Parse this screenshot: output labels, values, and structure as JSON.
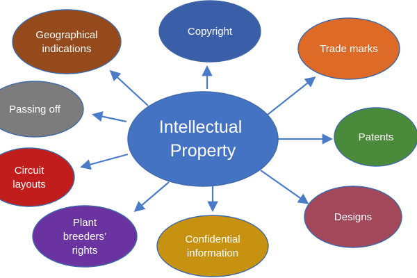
{
  "center": {
    "lines": [
      "Intellectual",
      "Property"
    ],
    "color": "#4573c4"
  },
  "nodes": [
    {
      "id": "copyright",
      "lines": [
        "Copyright"
      ],
      "color": "#3a5fa8"
    },
    {
      "id": "trade-marks",
      "lines": [
        "Trade marks"
      ],
      "color": "#dd6a26"
    },
    {
      "id": "patents",
      "lines": [
        "Patents"
      ],
      "color": "#4a8a3b"
    },
    {
      "id": "designs",
      "lines": [
        "Designs"
      ],
      "color": "#a3485a"
    },
    {
      "id": "confidential-information",
      "lines": [
        "Confidential",
        "information"
      ],
      "color": "#c7920f"
    },
    {
      "id": "plant-breeders-rights",
      "lines": [
        "Plant",
        "breeders’",
        "rights"
      ],
      "color": "#6a33a0"
    },
    {
      "id": "circuit-layouts",
      "lines": [
        "Circuit",
        "layouts"
      ],
      "color": "#c11d1d"
    },
    {
      "id": "passing-off",
      "lines": [
        "Passing off"
      ],
      "color": "#7c7c7c"
    },
    {
      "id": "geographical-indications",
      "lines": [
        "Geographical",
        "indications"
      ],
      "color": "#944a1b"
    }
  ],
  "colors": {
    "arrow": "#4a7bc8",
    "outline": "#3f68a8",
    "text": "#ffffff"
  }
}
